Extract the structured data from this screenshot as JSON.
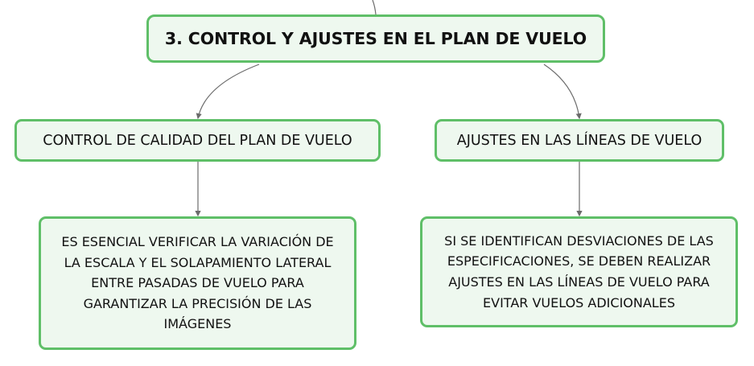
{
  "root": {
    "title": "3. CONTROL Y AJUSTES EN EL PLAN DE VUELO"
  },
  "branches": [
    {
      "title": "CONTROL DE CALIDAD DEL PLAN DE VUELO",
      "detail": "ES ESENCIAL VERIFICAR LA VARIACIÓN DE LA ESCALA Y EL SOLAPAMIENTO LATERAL ENTRE PASADAS DE VUELO PARA GARANTIZAR LA PRECISIÓN DE LAS IMÁGENES"
    },
    {
      "title": "AJUSTES EN LAS LÍNEAS DE VUELO",
      "detail": "SI SE IDENTIFICAN DESVIACIONES DE LAS ESPECIFICACIONES, SE DEBEN REALIZAR AJUSTES EN LAS LÍNEAS DE VUELO PARA EVITAR VUELOS ADICIONALES"
    }
  ],
  "colors": {
    "node_border": "#5fbf68",
    "node_fill": "#eef8ef",
    "connector": "#6b6b6b",
    "text": "#111111"
  }
}
